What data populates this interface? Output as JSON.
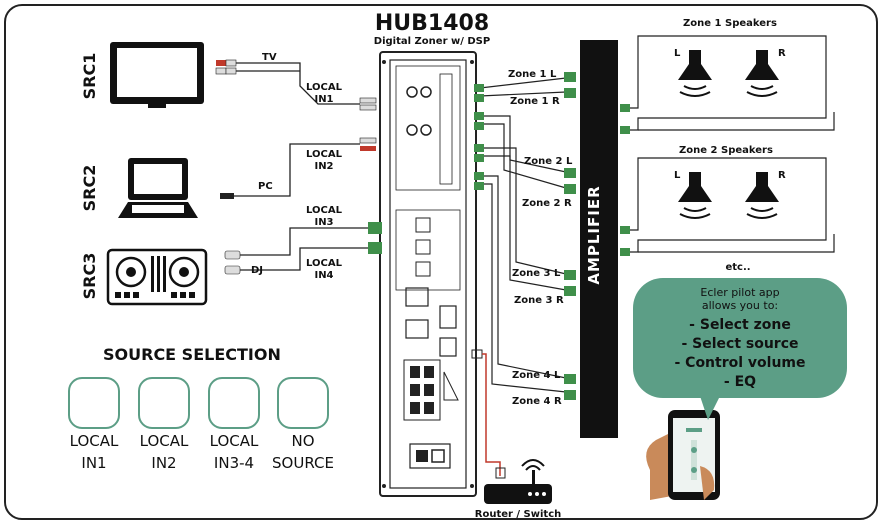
{
  "device": {
    "title": "HUB1408",
    "subtitle": "Digital Zoner w/ DSP"
  },
  "sources": [
    {
      "name": "SRC1",
      "device": "TV",
      "input_line1": "LOCAL",
      "input_line2": "IN1"
    },
    {
      "name": "SRC2",
      "device": "PC",
      "input_line1": "LOCAL",
      "input_line2": "IN2"
    },
    {
      "name": "SRC3",
      "device": "DJ",
      "input_line1": "LOCAL",
      "input_line2": "IN3",
      "input2_line1": "LOCAL",
      "input2_line2": "IN4"
    }
  ],
  "outputs": [
    "Zone 1 L",
    "Zone 1 R",
    "Zone 2 L",
    "Zone 2 R",
    "Zone 3 L",
    "Zone 3 R",
    "Zone 4 L",
    "Zone 4 R"
  ],
  "amplifier_label": "AMPLIFIER",
  "speakers": {
    "zone1_title": "Zone 1 Speakers",
    "zone2_title": "Zone 2 Speakers",
    "left": "L",
    "right": "R",
    "etc": "etc.."
  },
  "app_bubble": {
    "line1": "Ecler pilot app",
    "line2": "allows you to:",
    "items": [
      "- Select zone",
      "- Select source",
      "- Control volume",
      "- EQ"
    ]
  },
  "router_label": "Router / Switch",
  "source_selection": {
    "title": "SOURCE SELECTION",
    "buttons": [
      {
        "line1": "LOCAL",
        "line2": "IN1"
      },
      {
        "line1": "LOCAL",
        "line2": "IN2"
      },
      {
        "line1": "LOCAL",
        "line2": "IN3-4"
      },
      {
        "line1": "NO",
        "line2": "SOURCE"
      }
    ]
  },
  "colors": {
    "accent": "#5c9e86",
    "connector": "#3f8f4a",
    "rca_red": "#c0392b",
    "line": "#222222"
  }
}
